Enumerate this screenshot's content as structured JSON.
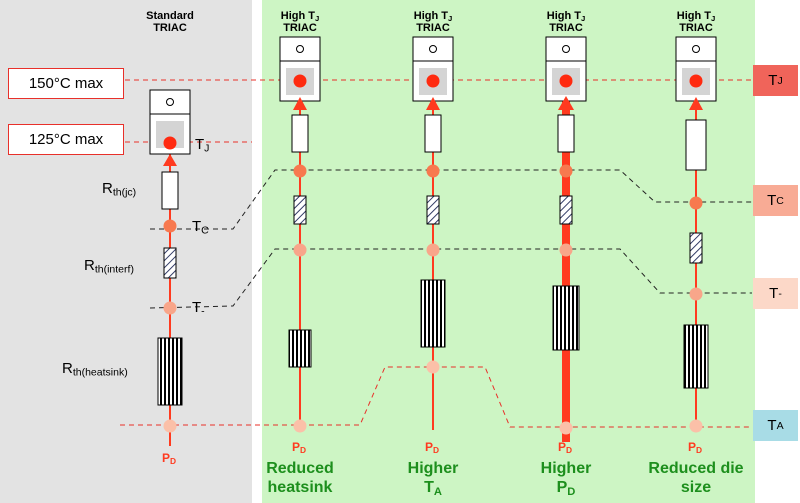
{
  "columns": [
    {
      "header_line1": "Standard",
      "header_line2": "TRIAC",
      "caption_line1": "",
      "caption_line2": ""
    },
    {
      "header_line1": "High T",
      "header_line1_sub": "J",
      "header_line2": "TRIAC",
      "caption_line1": "Reduced",
      "caption_line2": "heatsink"
    },
    {
      "header_line1": "High T",
      "header_line1_sub": "J",
      "header_line2": "TRIAC",
      "caption_line1": "Higher",
      "caption_line2": "T",
      "caption_line2_sub": "A"
    },
    {
      "header_line1": "High T",
      "header_line1_sub": "J",
      "header_line2": "TRIAC",
      "caption_line1": "Higher",
      "caption_line2": "P",
      "caption_line2_sub": "D"
    },
    {
      "header_line1": "High T",
      "header_line1_sub": "J",
      "header_line2": "TRIAC",
      "caption_line1": "Reduced die",
      "caption_line2": "size"
    }
  ],
  "limits": {
    "high": "150°C max",
    "low": "125°C max"
  },
  "resistances": {
    "jc_main": "R",
    "jc_sub": "th(jc)",
    "interf_main": "R",
    "interf_sub": "th(interf)",
    "heatsink_main": "R",
    "heatsink_sub": "th(heatsink)"
  },
  "point_labels": {
    "tj_main": "T",
    "tj_sub": "J",
    "tc_main": "T",
    "tc_sub": "C",
    "tminus_main": "T",
    "tminus_sub": "-",
    "pd_main": "P",
    "pd_sub": "D"
  },
  "legend": [
    {
      "main": "T",
      "sub": "J",
      "color": "#f0645a"
    },
    {
      "main": "T",
      "sub": "C",
      "color": "#f8ab95"
    },
    {
      "main": "T",
      "sub": "-",
      "color": "#fcd8c8"
    },
    {
      "main": "T",
      "sub": "A",
      "color": "#a8dce6"
    }
  ],
  "colors": {
    "standard_bg": "#e3e3e3",
    "high_tj_bg": "#cdf5c4",
    "trace": "#ff3a1f",
    "dot_tj": "#ff2a10",
    "dot_tc": "#f7794f",
    "dot_tminus": "#f8a68a",
    "dot_ta": "#fbc0a8",
    "caption_green": "#1d8f1d"
  }
}
